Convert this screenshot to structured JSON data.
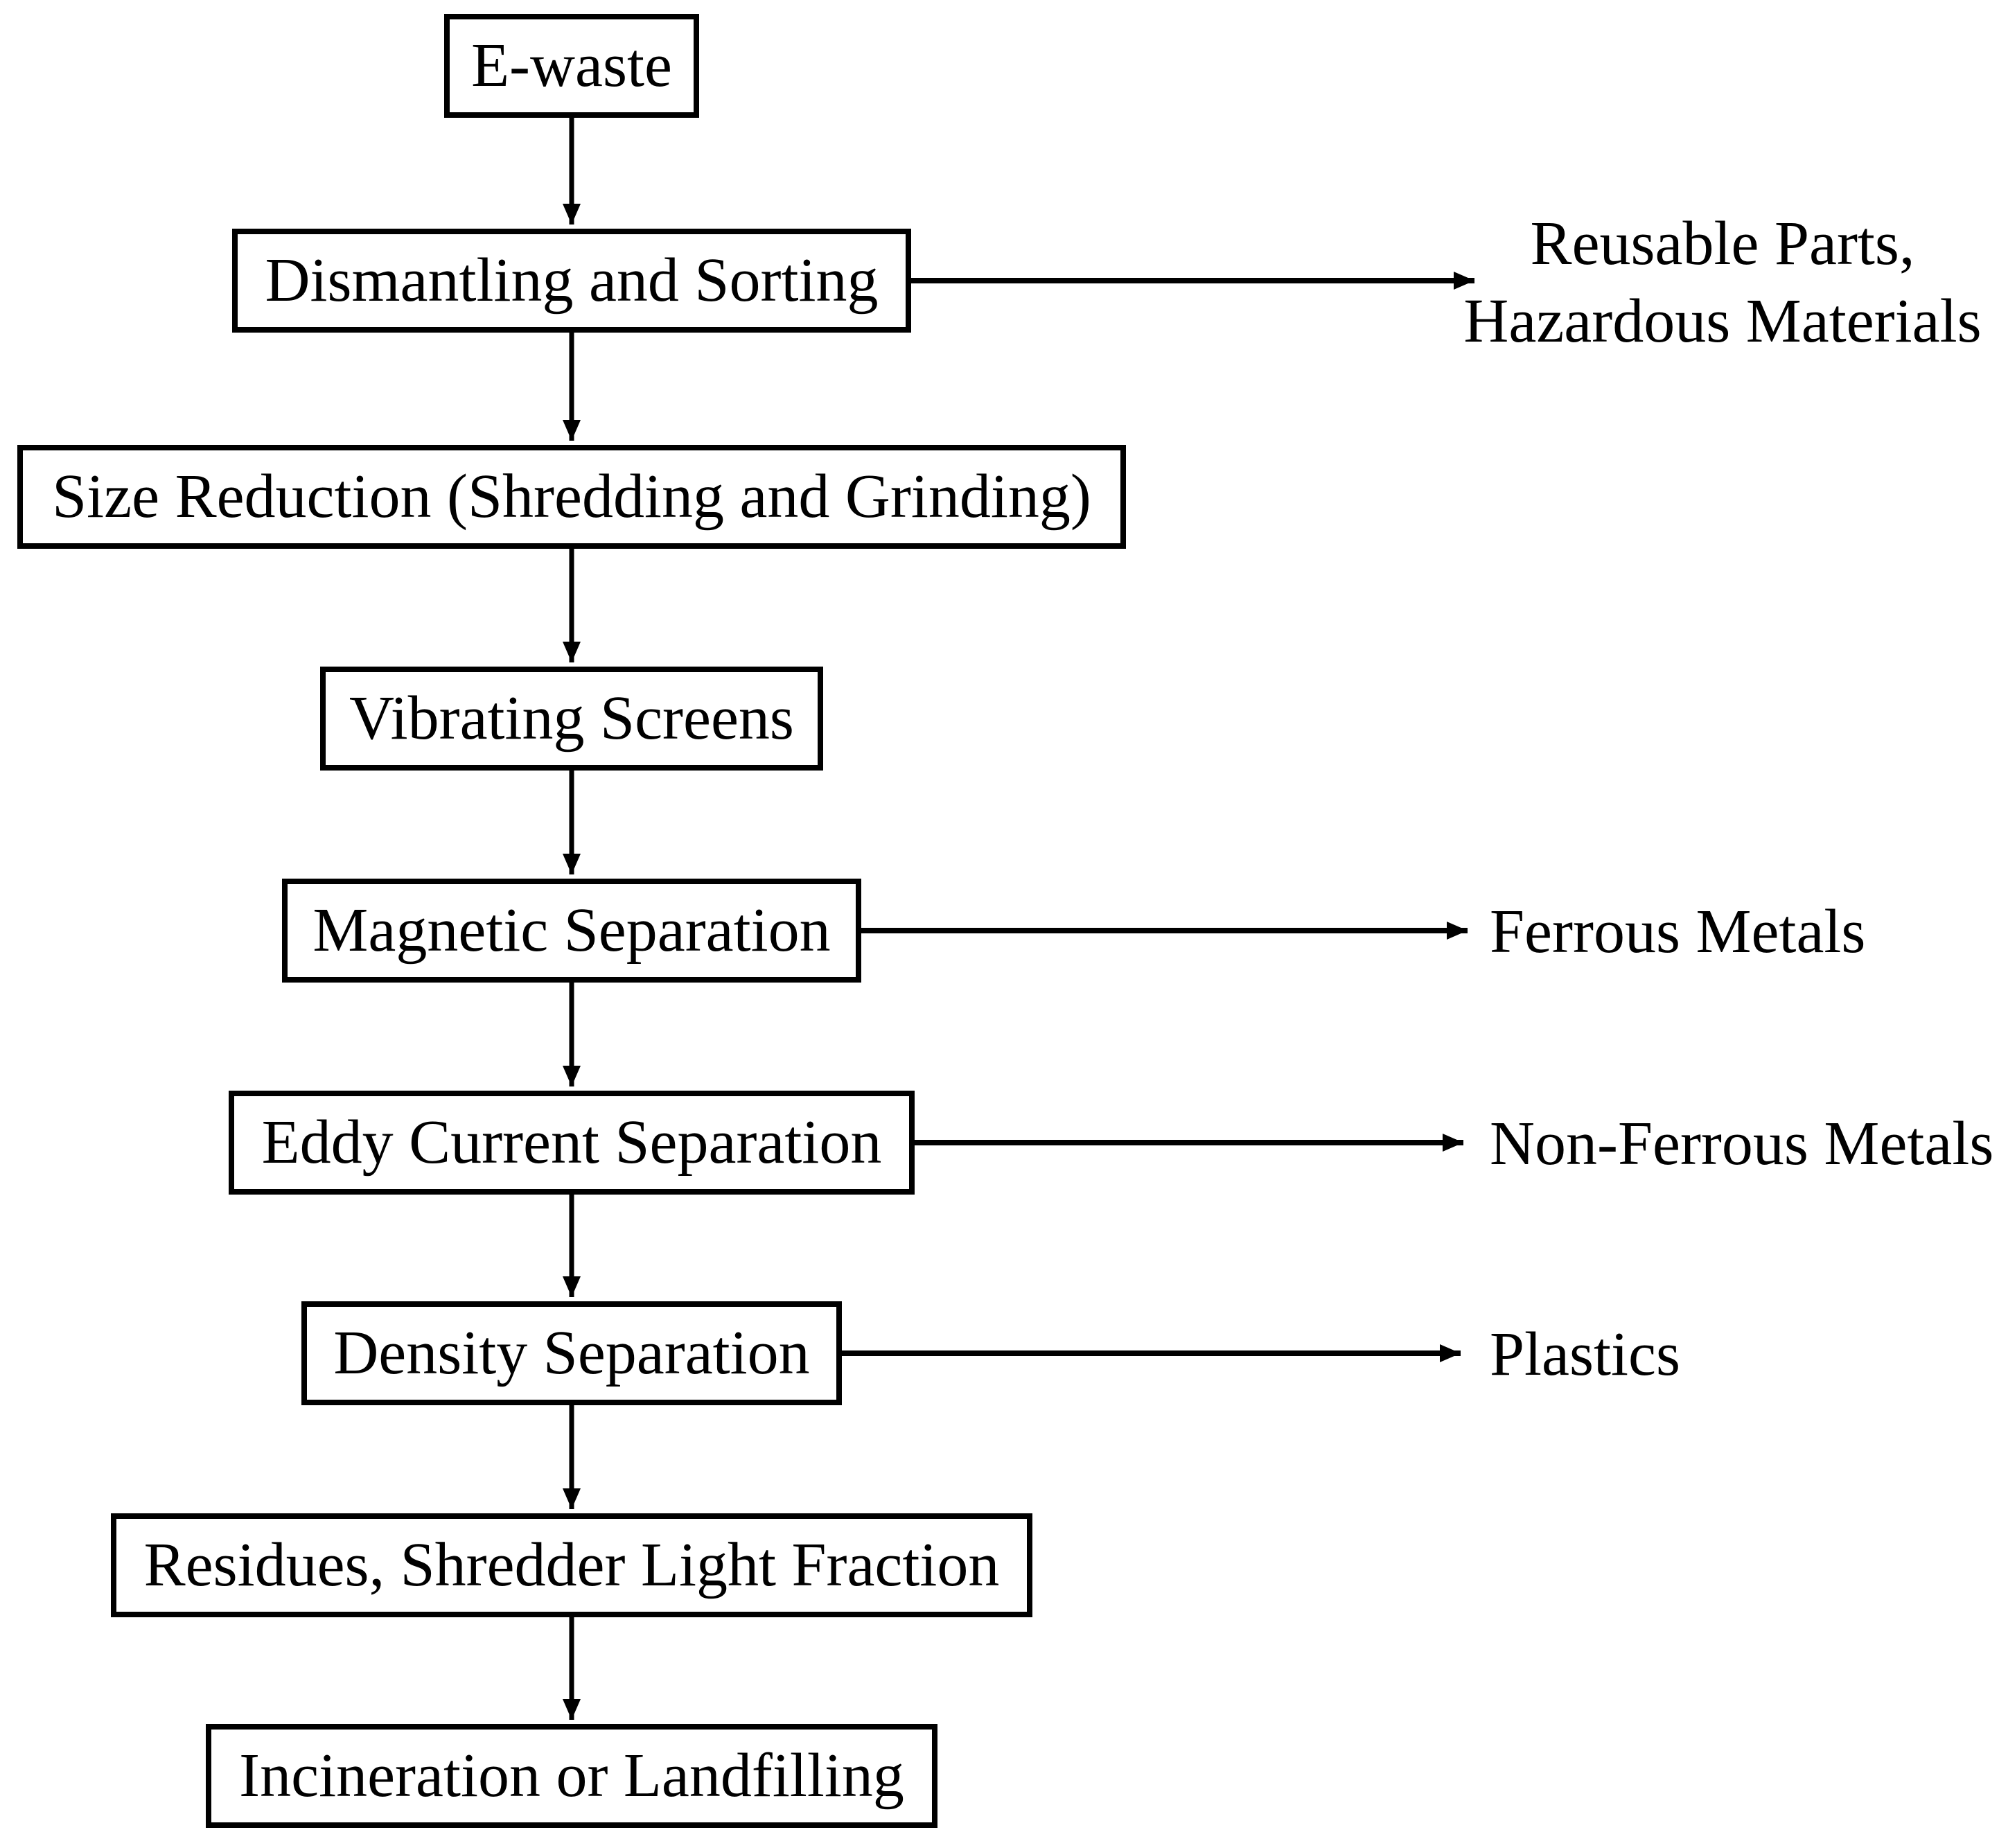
{
  "figure": {
    "type": "flowchart",
    "background_color": "#ffffff",
    "line_color": "#000000",
    "text_color": "#000000",
    "nodes": [
      {
        "id": "e-waste",
        "label": "E-waste"
      },
      {
        "id": "dismantling-sorting",
        "label": "Dismantling and Sorting",
        "output_label": "Reusable Parts,\nHazardous Materials"
      },
      {
        "id": "size-reduction",
        "label": "Size Reduction (Shredding and Grinding)"
      },
      {
        "id": "vibrating-screens",
        "label": "Vibrating Screens"
      },
      {
        "id": "magnetic-separation",
        "label": "Magnetic Separation",
        "output_label": "Ferrous Metals"
      },
      {
        "id": "eddy-current-separation",
        "label": "Eddy Current Separation",
        "output_label": "Non-Ferrous Metals"
      },
      {
        "id": "density-separation",
        "label": "Density Separation",
        "output_label": "Plastics"
      },
      {
        "id": "residues-shredder-light-fraction",
        "label": "Residues, Shredder Light Fraction"
      },
      {
        "id": "incineration-or-landfilling",
        "label": "Incineration or Landfilling"
      }
    ],
    "flow_order": [
      "E-waste",
      "Dismantling and Sorting",
      "Size Reduction (Shredding and Grinding)",
      "Vibrating Screens",
      "Magnetic Separation",
      "Eddy Current Separation",
      "Density Separation",
      "Residues, Shredder Light Fraction",
      "Incineration or Landfilling"
    ]
  }
}
